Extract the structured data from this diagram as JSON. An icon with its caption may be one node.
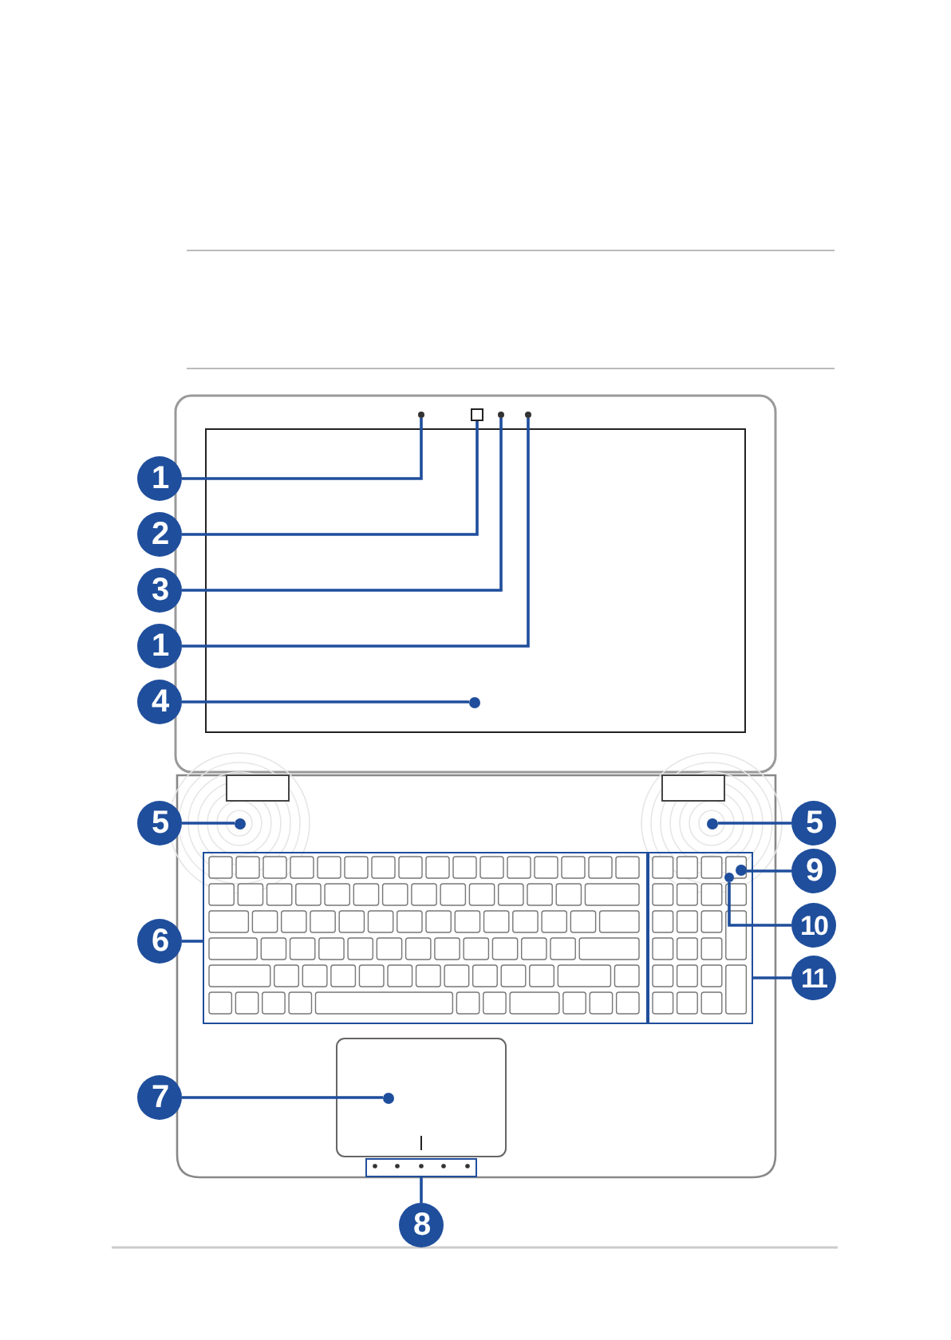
{
  "diagram": {
    "nodes": [
      {
        "text": [
          "1"
        ]
      },
      {
        "text": [
          "2"
        ]
      },
      {
        "text": [
          "3"
        ]
      },
      {
        "text": [
          "1"
        ]
      },
      {
        "text": [
          "4"
        ]
      },
      {
        "text": [
          "5"
        ]
      },
      {
        "text": [
          "5"
        ]
      },
      {
        "text": [
          "9"
        ]
      },
      {
        "text": [
          "6"
        ]
      },
      {
        "text": [
          "10"
        ]
      },
      {
        "text": [
          "11"
        ]
      },
      {
        "text": [
          "7"
        ]
      },
      {
        "text": [
          "8"
        ]
      },
      {
        "text": [],
        "shape": "circle"
      },
      {
        "text": [],
        "shape": "box"
      },
      {
        "text": [],
        "shape": "circle"
      },
      {
        "text": [],
        "shape": "circle"
      },
      {
        "text": [],
        "shape": "circle"
      },
      {
        "text": [],
        "shape": "circle"
      },
      {
        "text": [],
        "shape": "circle"
      },
      {
        "text": [],
        "shape": "box"
      },
      {
        "text": [],
        "shape": "circle",
        "in": 23
      },
      {
        "text": [],
        "shape": "circle",
        "in": 23
      },
      {
        "text": [],
        "shape": "box"
      },
      {
        "text": [],
        "shape": "circle"
      },
      {
        "text": [],
        "shape": "box"
      }
    ],
    "edges": [
      {
        "from": 0,
        "to": 13,
        "arrow": "none"
      },
      {
        "from": 1,
        "to": 14,
        "arrow": "none"
      },
      {
        "from": 2,
        "to": 15,
        "arrow": "none"
      },
      {
        "from": 3,
        "to": 16,
        "arrow": "none"
      },
      {
        "from": 4,
        "to": 17,
        "arrow": "none"
      },
      {
        "from": 5,
        "to": 18,
        "arrow": "none"
      },
      {
        "from": 6,
        "to": 19,
        "arrow": "none"
      },
      {
        "from": 7,
        "to": 21,
        "arrow": "none"
      },
      {
        "from": 8,
        "to": 20,
        "arrow": "none"
      },
      {
        "from": 9,
        "to": 22,
        "arrow": "none"
      },
      {
        "from": 10,
        "to": 23,
        "arrow": "none"
      },
      {
        "from": 11,
        "to": 24,
        "arrow": "none"
      },
      {
        "from": 12,
        "to": 25,
        "arrow": "none"
      }
    ]
  }
}
